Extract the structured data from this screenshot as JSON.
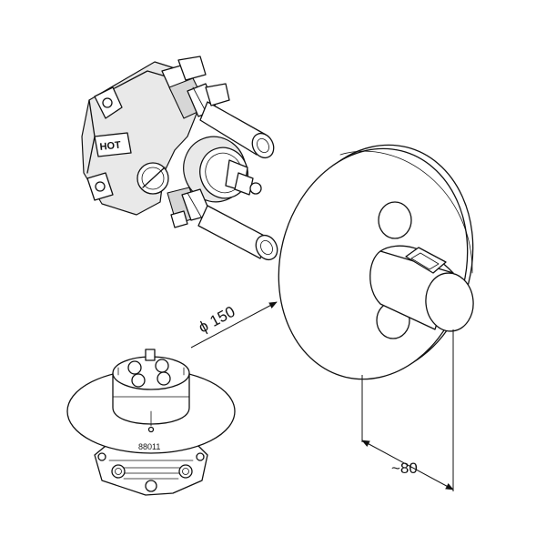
{
  "labels": {
    "diameter": "ϕ 150",
    "depth": "~80",
    "part_number": "88011",
    "hot_marking": "HOT"
  }
}
